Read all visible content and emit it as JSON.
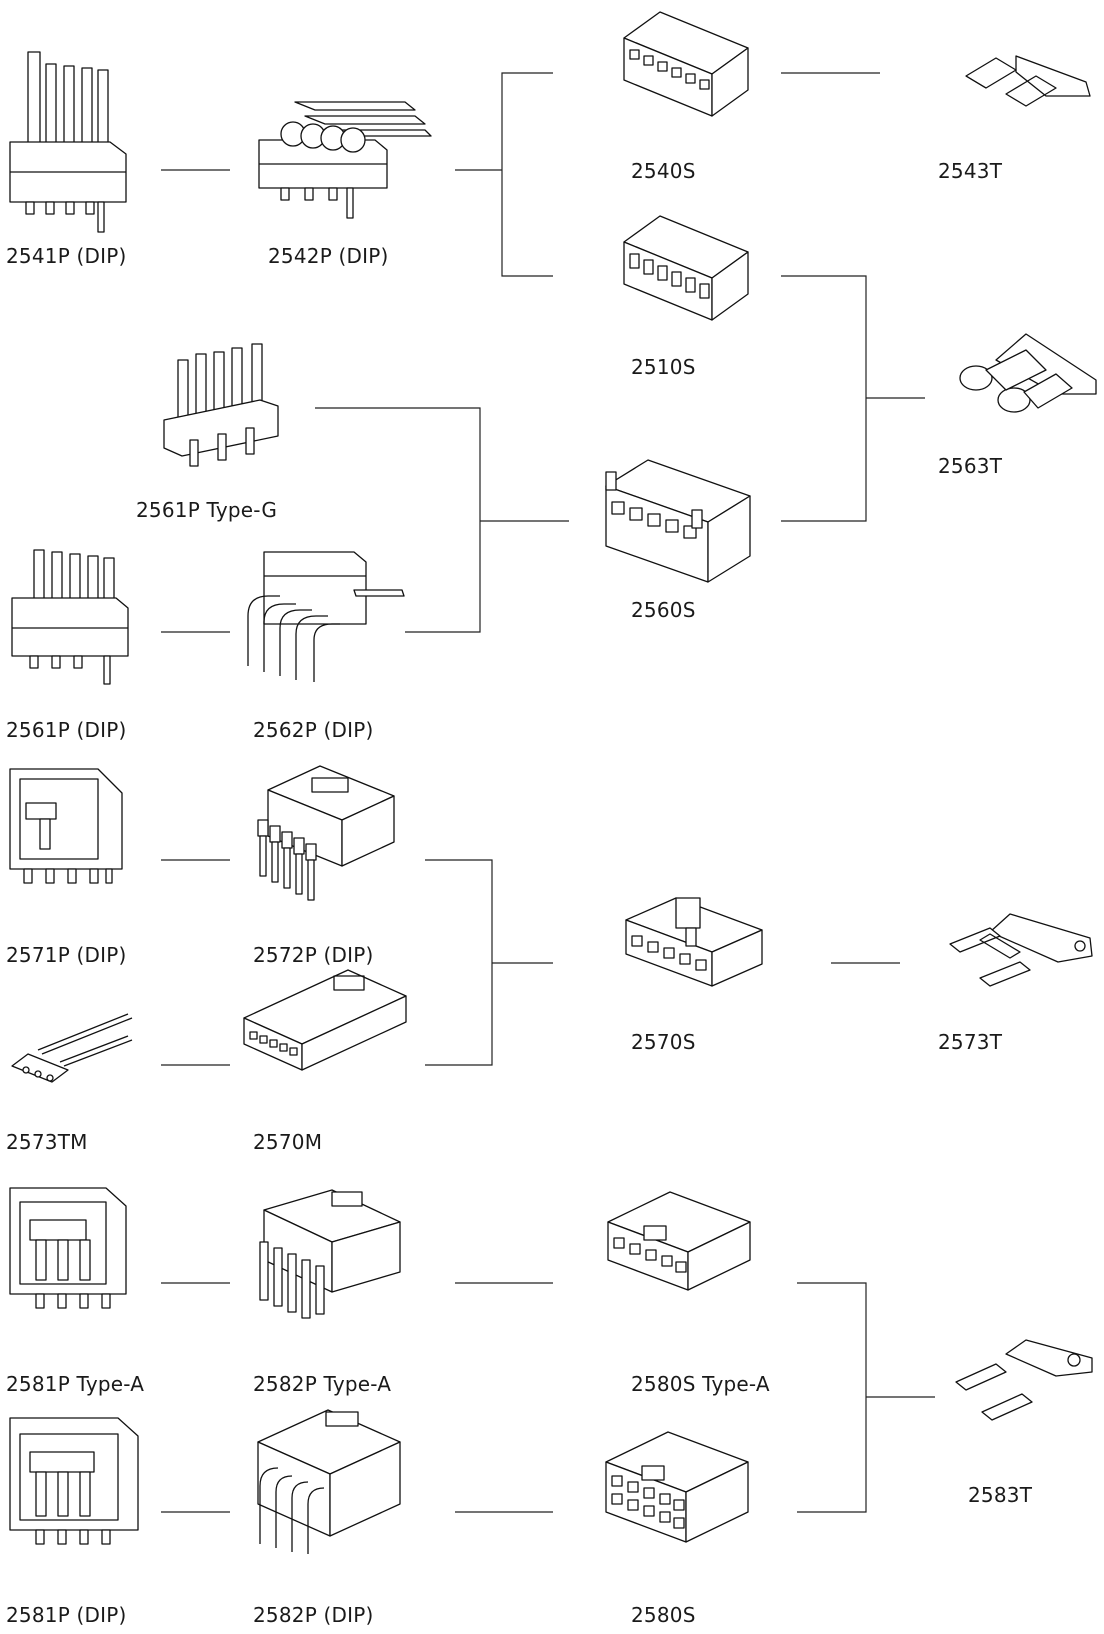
{
  "parts": {
    "p2541P_dip": "2541P (DIP)",
    "p2542P_dip": "2542P (DIP)",
    "p2540S": "2540S",
    "p2543T": "2543T",
    "p2510S": "2510S",
    "p2563T": "2563T",
    "p2561P_typeG": "2561P  Type-G",
    "p2560S": "2560S",
    "p2561P_dip": "2561P (DIP)",
    "p2562P_dip": "2562P (DIP)",
    "p2571P_dip": "2571P (DIP)",
    "p2572P_dip": "2572P (DIP)",
    "p2570S": "2570S",
    "p2573T": "2573T",
    "p2573TM": "2573TM",
    "p2570M": "2570M",
    "p2581P_typeA": "2581P Type-A",
    "p2582P_typeA": "2582P Type-A",
    "p2580S_typeA": "2580S Type-A",
    "p2583T": "2583T",
    "p2581P_dip": "2581P (DIP)",
    "p2582P_dip": "2582P (DIP)",
    "p2580S": "2580S"
  },
  "line_color": "#222222",
  "drawing_color": "#111111"
}
